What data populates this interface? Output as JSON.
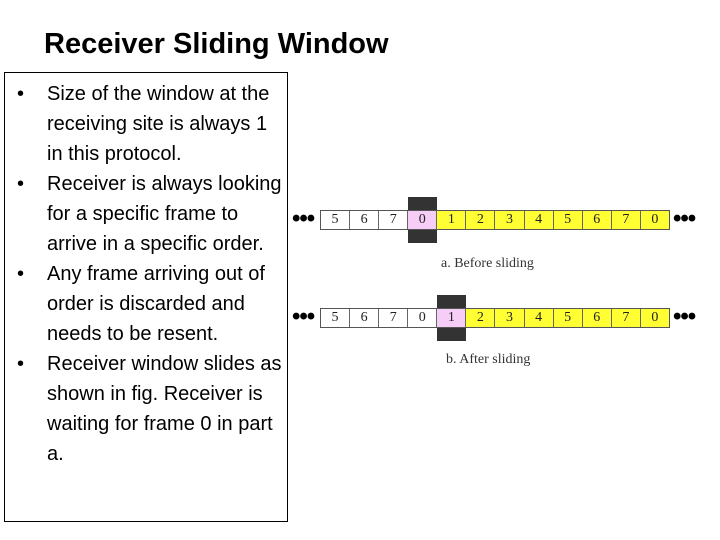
{
  "title": "Receiver Sliding Window",
  "bullets": [
    "Size of the window at the receiving site is always 1 in this protocol.",
    "Receiver is always looking for a specific frame to arrive in a specific order.",
    "Any frame arriving out of order is discarded and needs to be resent.",
    "Receiver window slides as shown in fig. Receiver is waiting for frame 0 in part a."
  ],
  "diagram": {
    "ellipsis": "•••",
    "colors": {
      "window": "#333333",
      "pending": "#ffff33",
      "received": "#f6cdf6",
      "plain": "#ffffff"
    },
    "before": {
      "caption": "a. Before sliding",
      "cells": [
        {
          "label": "5",
          "state": "plain"
        },
        {
          "label": "6",
          "state": "plain"
        },
        {
          "label": "7",
          "state": "plain"
        },
        {
          "label": "0",
          "state": "window"
        },
        {
          "label": "1",
          "state": "pending"
        },
        {
          "label": "2",
          "state": "pending"
        },
        {
          "label": "3",
          "state": "pending"
        },
        {
          "label": "4",
          "state": "pending"
        },
        {
          "label": "5",
          "state": "pending"
        },
        {
          "label": "6",
          "state": "pending"
        },
        {
          "label": "7",
          "state": "pending"
        },
        {
          "label": "0",
          "state": "pending"
        }
      ]
    },
    "after": {
      "caption": "b. After sliding",
      "cells": [
        {
          "label": "5",
          "state": "plain"
        },
        {
          "label": "6",
          "state": "plain"
        },
        {
          "label": "7",
          "state": "plain"
        },
        {
          "label": "0",
          "state": "plain"
        },
        {
          "label": "1",
          "state": "window"
        },
        {
          "label": "2",
          "state": "pending"
        },
        {
          "label": "3",
          "state": "pending"
        },
        {
          "label": "4",
          "state": "pending"
        },
        {
          "label": "5",
          "state": "pending"
        },
        {
          "label": "6",
          "state": "pending"
        },
        {
          "label": "7",
          "state": "pending"
        },
        {
          "label": "0",
          "state": "pending"
        }
      ]
    }
  }
}
